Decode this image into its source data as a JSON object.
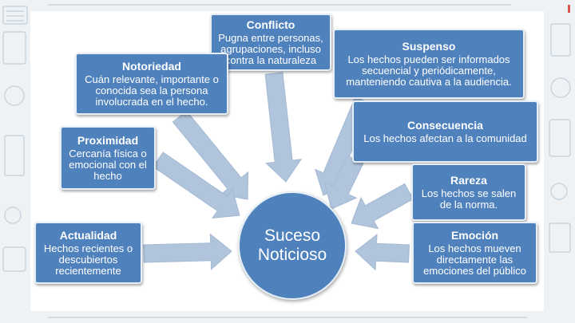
{
  "colors": {
    "box": "#4f81bd",
    "arrow": "#b0c4dc",
    "background": "#eef2f5",
    "slide": "#ffffff"
  },
  "center": {
    "label": "Suceso\nNoticioso"
  },
  "boxes": {
    "conflicto": {
      "title": "Conflicto",
      "desc": "Pugna entre personas, agrupaciones, incluso contra la naturaleza"
    },
    "notoriedad": {
      "title": "Notoriedad",
      "desc": "Cuán relevante, importante o conocida sea la persona involucrada en el hecho."
    },
    "proximidad": {
      "title": "Proximidad",
      "desc": "Cercanía física o emocional con el hecho"
    },
    "actualidad": {
      "title": "Actualidad",
      "desc": "Hechos recientes o descubiertos recientemente"
    },
    "suspenso": {
      "title": "Suspenso",
      "desc": "Los hechos pueden ser informados secuencial y periódicamente, manteniendo cautiva a la audiencia."
    },
    "consecuencia": {
      "title": "Consecuencia",
      "desc": "Los hechos afectan a la comunidad"
    },
    "rareza": {
      "title": "Rareza",
      "desc": "Los hechos se salen de la norma."
    },
    "emocion": {
      "title": "Emoción",
      "desc": "Los hechos mueven directamente las emociones del público"
    }
  }
}
